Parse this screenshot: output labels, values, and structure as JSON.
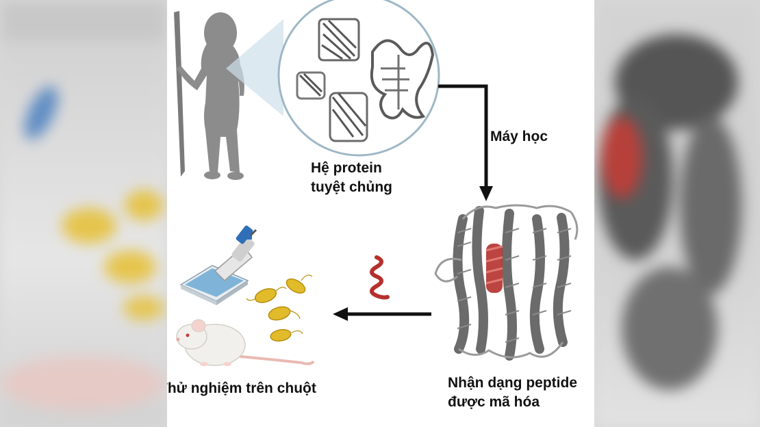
{
  "labels": {
    "ml_step": "Máy học",
    "extinct_line1": "Hệ protein",
    "extinct_line2": "tuyệt chủng",
    "peptide_line1": "Nhận dạng peptide",
    "peptide_line2": "được mã hóa",
    "mouse_test": "Thử nghiệm trên chuột"
  },
  "icons": [
    "hominin-silhouette-icon",
    "magnifier-circle-icon",
    "protein-structure-icon",
    "highlighted-peptide-icon",
    "red-helix-icon",
    "pipette-icon",
    "well-plate-icon",
    "bacteria-icon",
    "mouse-icon",
    "flow-arrow-icon"
  ],
  "colors": {
    "arrow": "#111111",
    "silhouette": "#8c8c8c",
    "protein": "#6b6b6b",
    "peptide_highlight": "#b5302c",
    "bacteria": "#e2bb2a",
    "pipette_blue": "#2e6fb8",
    "plate": "#7fb4d8",
    "mouse": "#f2f0ec"
  }
}
